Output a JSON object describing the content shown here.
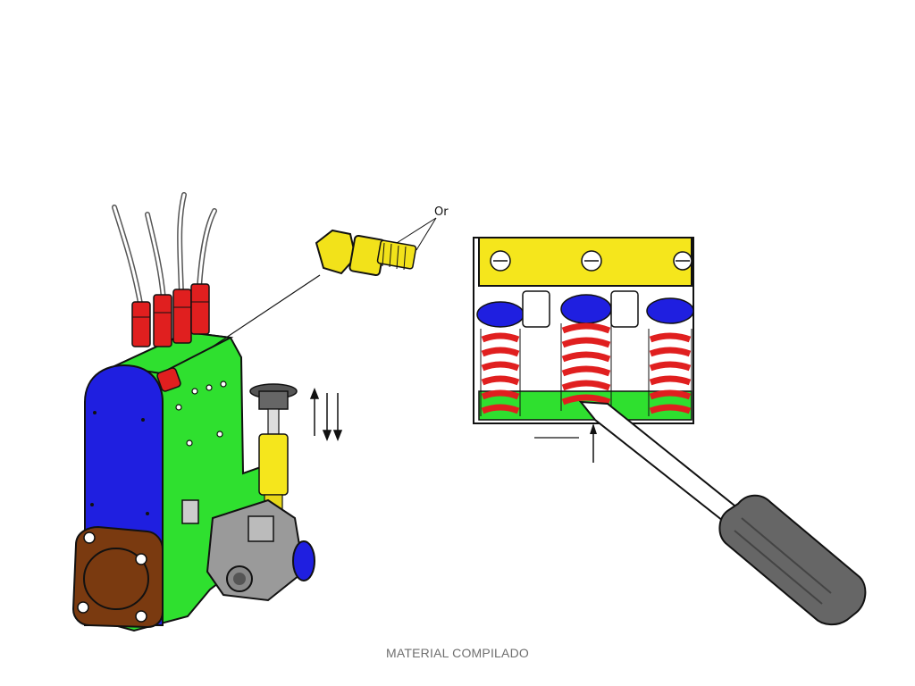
{
  "slide": {
    "footer_text": "MATERIAL COMPILADO",
    "annotation_or": "Or"
  },
  "icons": [
    "injection-pump-illustration",
    "adjustment-screw-illustration",
    "bleed-screw-illustration",
    "up-down-arrows-icon",
    "spring-valve-detail-illustration",
    "screwdriver-illustration"
  ],
  "colors": {
    "pump_body": "#2fe02f",
    "pump_cover": "#1f1fe0",
    "fittings": "#e01f1f",
    "flange": "#7a3a10",
    "bracket": "#f5e61c",
    "screw": "#f2e21a",
    "valve_body": "#9a9a9a"
  }
}
